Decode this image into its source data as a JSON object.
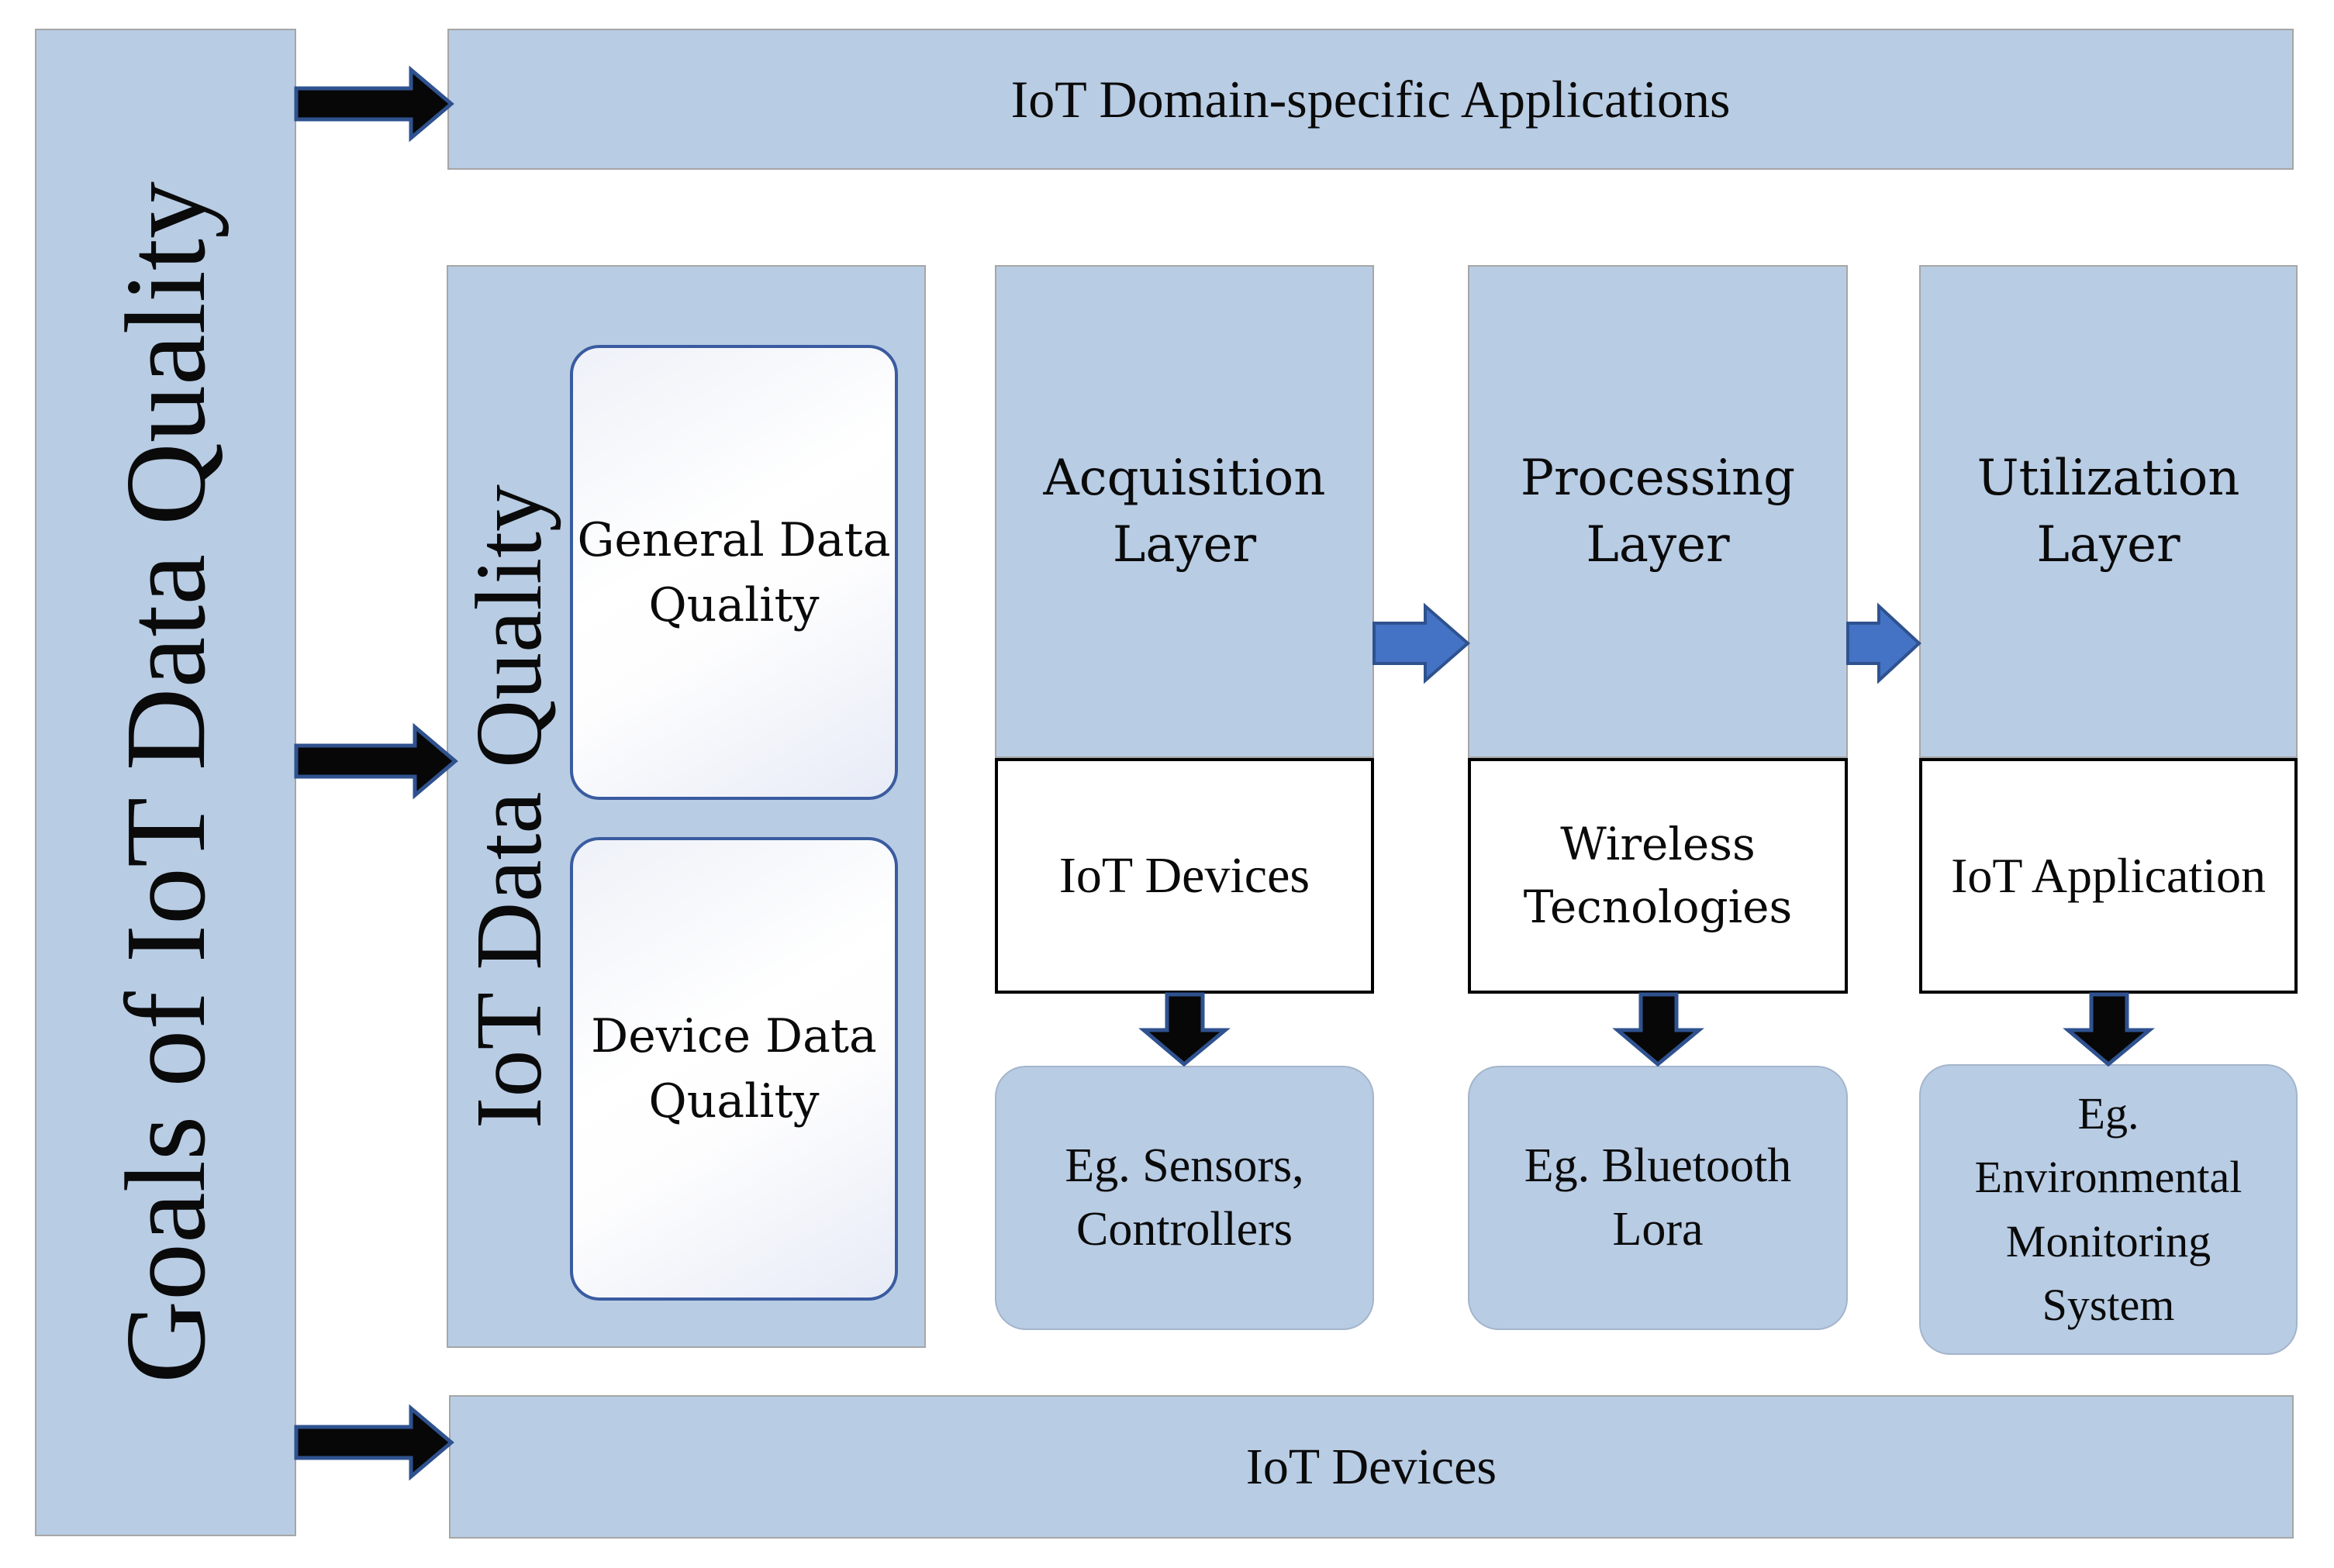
{
  "figure": {
    "title": "IoT Data Quality layered architecture diagram"
  },
  "colors": {
    "panel_blue": "#b8cce4",
    "panel_border_grey": "#a6a6a6",
    "black_arrow_fill": "#070707",
    "arrow_outline_navy": "#2f528f",
    "blue_arrow_fill": "#4472c4",
    "inner_box_border_blue": "#3a5ba0",
    "text_black": "#0a0a0a"
  },
  "left_bar": {
    "label": "Goals of IoT Data Quality"
  },
  "top_bar": {
    "label": "IoT Domain-specific Applications"
  },
  "bottom_bar": {
    "label": "IoT Devices"
  },
  "quality_panel": {
    "label": "IoT Data Quality",
    "general_box": "General Data\nQuality",
    "device_box": "Device Data\nQuality"
  },
  "layers": [
    {
      "title": "Acquisition\nLayer",
      "component": "IoT Devices",
      "example": "Eg. Sensors,\nControllers"
    },
    {
      "title": "Processing\nLayer",
      "component": "Wireless\nTecnologies",
      "example": "Eg. Bluetooth\nLora"
    },
    {
      "title": "Utilization\nLayer",
      "component": "IoT Application",
      "example": "Eg.\nEnvironmental\nMonitoring\nSystem"
    }
  ]
}
